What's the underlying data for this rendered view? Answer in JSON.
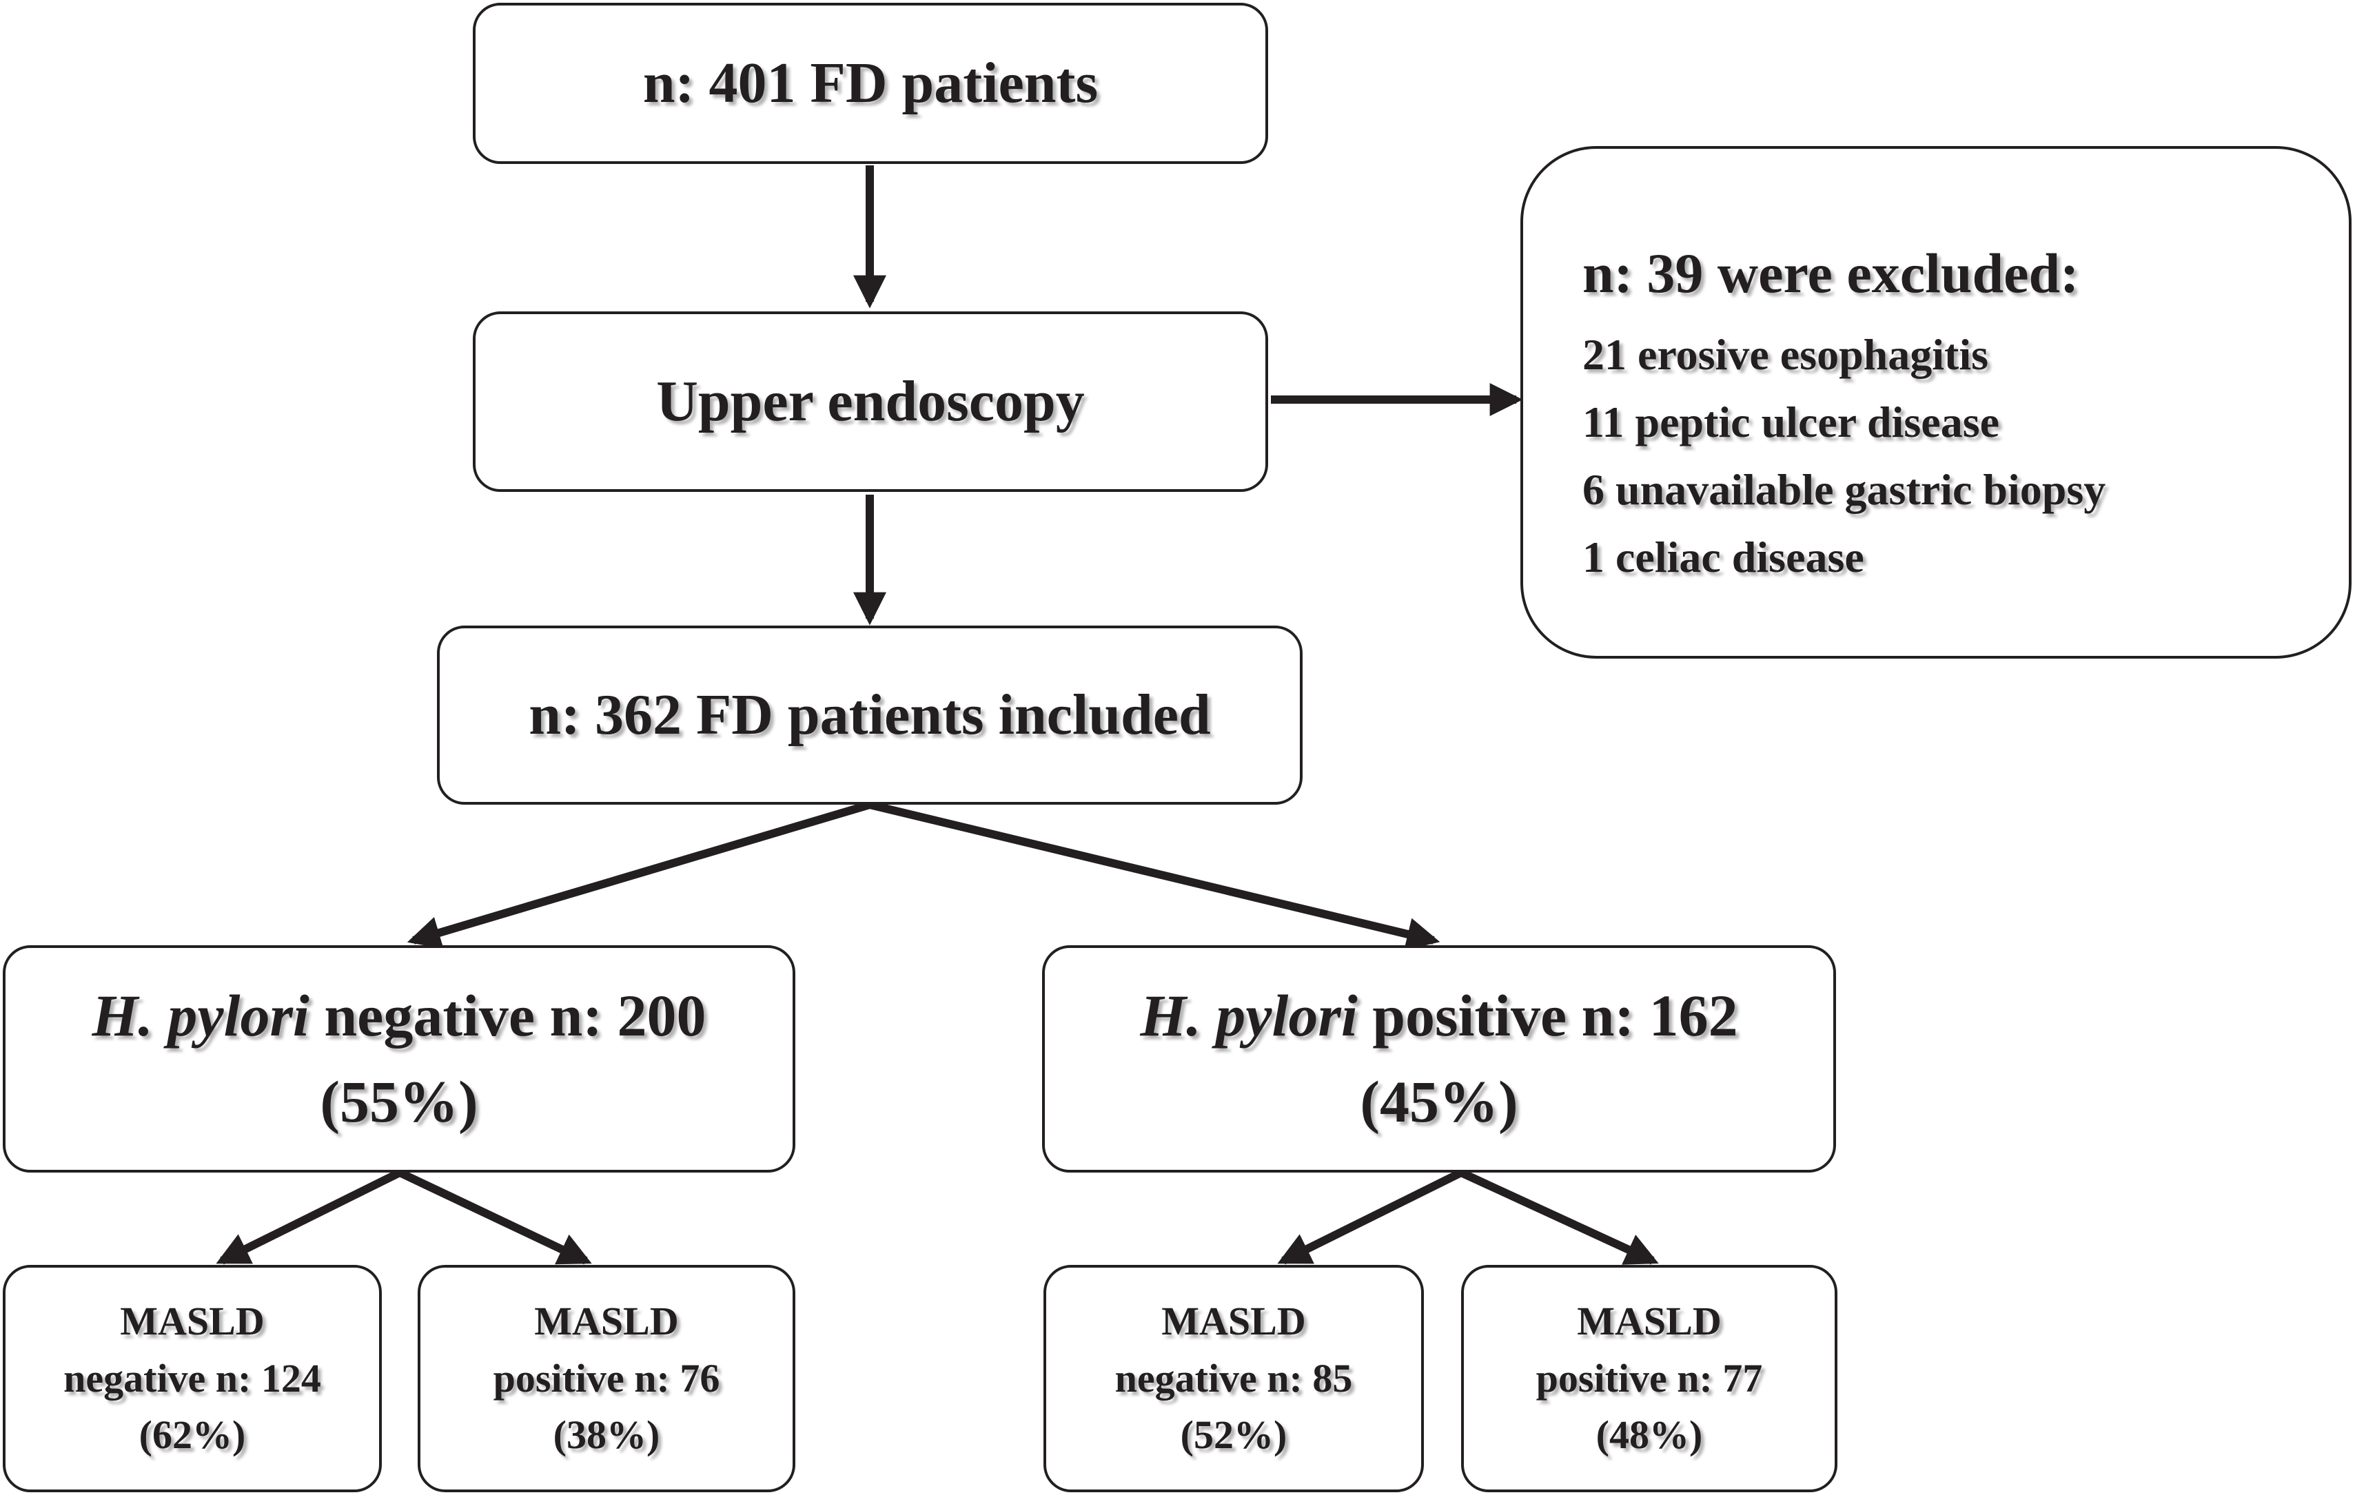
{
  "boxes": {
    "start": "n: 401 FD patients",
    "endoscopy": "Upper endoscopy",
    "included": "n: 362 FD patients included",
    "excluded": {
      "title": "n: 39 were excluded:",
      "items": [
        "21 erosive esophagitis",
        "11 peptic ulcer disease",
        "6 unavailable gastric biopsy",
        "1 celiac disease"
      ]
    },
    "hp_negative": {
      "species": "H. pylori",
      "label": "negative n: 200",
      "pct": "(55%)"
    },
    "hp_positive": {
      "species": "H. pylori",
      "label": "positive n: 162",
      "pct": "(45%)"
    },
    "leaves": [
      {
        "title": "MASLD",
        "label": "negative n: 124",
        "pct": "(62%)"
      },
      {
        "title": "MASLD",
        "label": "positive n: 76",
        "pct": "(38%)"
      },
      {
        "title": "MASLD",
        "label": "negative n: 85",
        "pct": "(52%)"
      },
      {
        "title": "MASLD",
        "label": "positive n: 77",
        "pct": "(48%)"
      }
    ]
  }
}
